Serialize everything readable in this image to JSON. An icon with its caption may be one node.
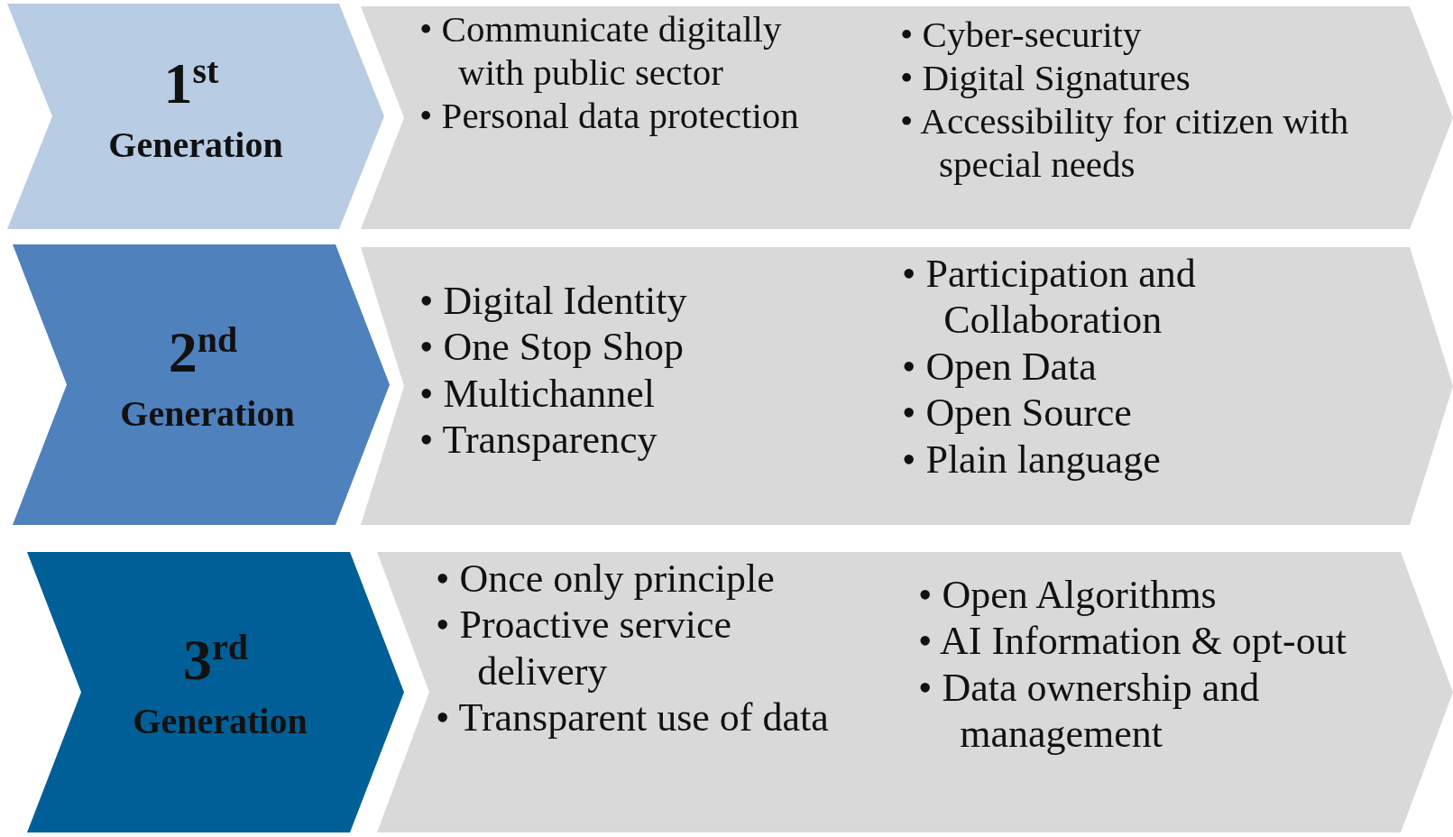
{
  "diagram": {
    "nodes": [
      {
        "text": [
          "1$^{st}$",
          "Generation"
        ]
      },
      {
        "text": [
          "• Communicate digitally with public sector",
          "• Personal data protection",
          "• Cyber-security",
          "• Digital Signatures",
          "• Accessibility for citizen with special needs"
        ]
      },
      {
        "text": [
          "2$^{nd}$",
          "Generation"
        ]
      },
      {
        "text": [
          "• Digital Identity",
          "• One Stop Shop",
          "• Multichannel",
          "• Transparency",
          "• Participation and Collaboration",
          "• Open Data",
          "• Open Source",
          "• Plain language"
        ]
      },
      {
        "text": [
          "3$^{rd}$",
          "Generation"
        ]
      },
      {
        "text": [
          "• Once only principle",
          "• Proactive service delivery",
          "• Transparent use of data",
          "• Open Algorithms",
          "• AI Information & opt-out",
          "• Data ownership and management"
        ]
      }
    ],
    "edges": []
  }
}
